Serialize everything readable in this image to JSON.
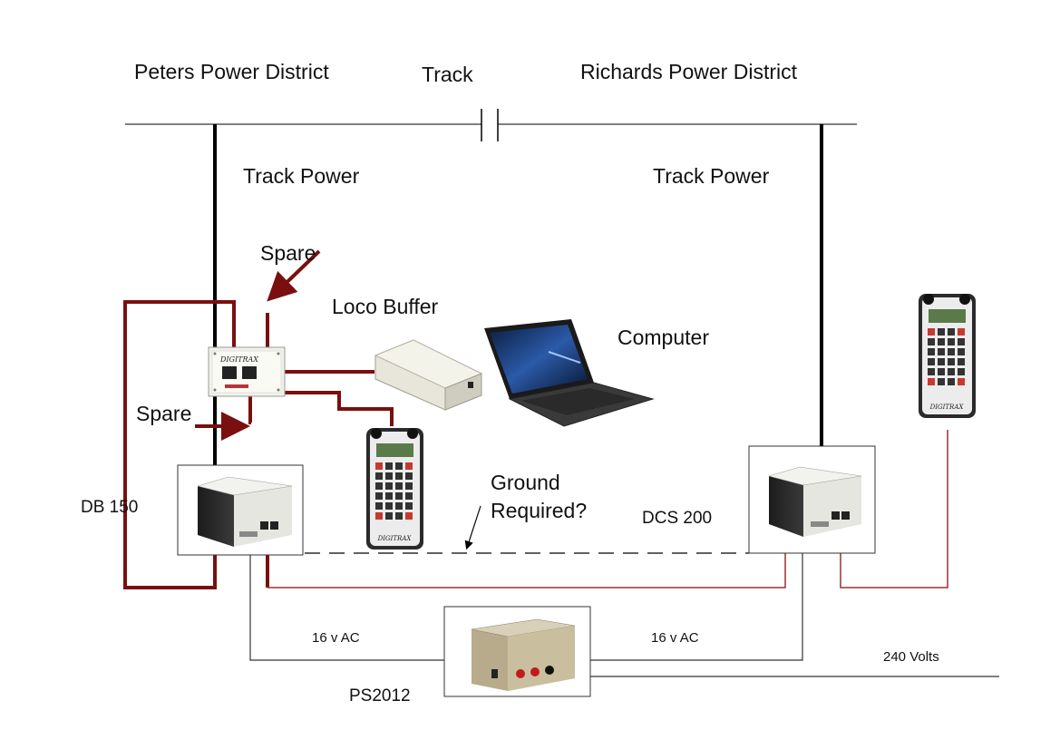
{
  "labels": {
    "peters_district": "Peters Power District",
    "track": "Track",
    "richards_district": "Richards Power District",
    "track_power_left": "Track Power",
    "track_power_right": "Track Power",
    "spare_top": "Spare",
    "spare_left": "Spare",
    "loco_buffer": "Loco Buffer",
    "computer": "Computer",
    "ground_line1": "Ground",
    "ground_line2": "Required?",
    "db150": "DB 150",
    "dcs200": "DCS 200",
    "ac_left": "16 v AC",
    "ac_right": "16 v AC",
    "mains": "240 Volts",
    "ps2012": "PS2012"
  },
  "devices": {
    "panel_logo": "DIGITRAX",
    "throttle_logo": "DIGITRAX"
  },
  "colors": {
    "wire_dark_red": "#7a0f0f",
    "wire_thin_red": "#9b3030",
    "rail": "#000000",
    "wire_grey": "#333333"
  }
}
